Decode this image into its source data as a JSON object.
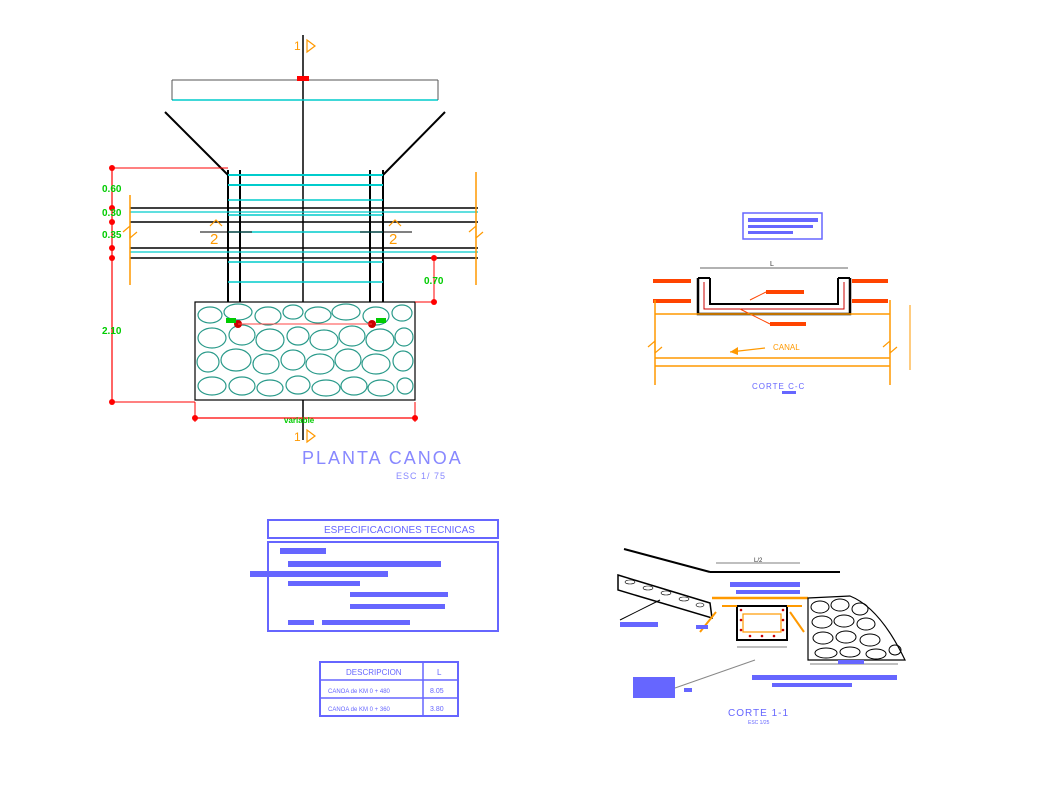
{
  "plan": {
    "title": "PLANTA CANOA",
    "scale": "ESC 1/ 75",
    "section_mark": "1",
    "section_mark_side": "2",
    "dims": {
      "d1": "0.60",
      "d2": "0.30",
      "d3": "0.35",
      "d4": "2.10",
      "d5": "0.70",
      "variable": "variable"
    }
  },
  "section_cc": {
    "title": "CORTE C-C",
    "channel": "CANAL",
    "dim_L": "L"
  },
  "section_11": {
    "title": "CORTE 1-1",
    "scale": "ESC 1/25",
    "dim_top": "L/2"
  },
  "specs": {
    "title": "ESPECIFICACIONES TECNICAS"
  },
  "table": {
    "headers": [
      "DESCRIPCION",
      "L"
    ],
    "rows": [
      {
        "desc": "CANOA de KM 0 + 480",
        "L": "8.05"
      },
      {
        "desc": "CANOA de KM 0 + 360",
        "L": "3.80"
      }
    ]
  },
  "colors": {
    "structure": "#000000",
    "concrete": "#00cccc",
    "dims": "#ff0000",
    "dim_text": "#00cc00",
    "orange": "#ff9900",
    "title": "#8888ff",
    "redacted": "#6666ff",
    "rebar": "#cc0000"
  }
}
